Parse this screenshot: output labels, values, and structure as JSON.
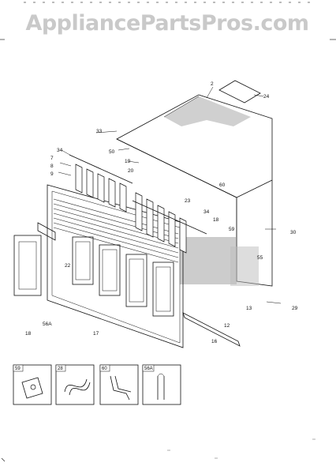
{
  "watermark": "AppliancePartsPros.com",
  "callouts": [
    "24",
    "2",
    "33",
    "50",
    "19",
    "34",
    "7",
    "8",
    "9",
    "20",
    "23",
    "60",
    "34",
    "18",
    "59",
    "30",
    "22",
    "55",
    "56A",
    "18",
    "17",
    "12",
    "13",
    "16",
    "29"
  ],
  "legend": [
    "59",
    "28",
    "60",
    "56A"
  ]
}
